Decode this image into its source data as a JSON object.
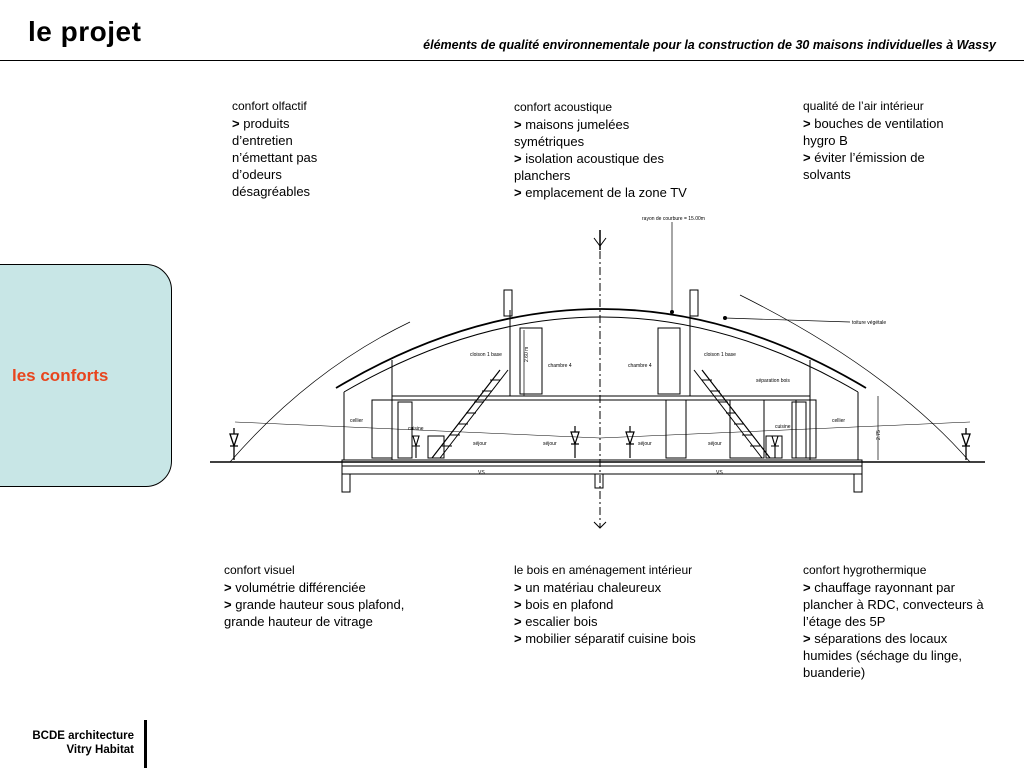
{
  "header": {
    "title": "le projet",
    "subtitle": "éléments de qualité environnementale pour la construction de 30 maisons individuelles à Wassy"
  },
  "sidebar": {
    "label": "les conforts"
  },
  "blocks": {
    "olfactif": {
      "heading": "confort olfactif",
      "items": [
        "produits d’entretien n’émettant pas d’odeurs désagréables"
      ]
    },
    "acoustique": {
      "heading": "confort acoustique",
      "items": [
        "maisons jumelées symétriques",
        "isolation acoustique des planchers",
        "emplacement de la zone TV"
      ]
    },
    "air": {
      "heading": "qualité de l’air intérieur",
      "items": [
        "bouches de ventilation hygro B",
        "éviter l’émission de solvants"
      ]
    },
    "visuel": {
      "heading": "confort visuel",
      "items": [
        "volumétrie différenciée",
        "grande hauteur sous plafond, grande hauteur de vitrage"
      ]
    },
    "bois": {
      "heading": "le bois en aménagement intérieur",
      "items": [
        "un matériau chaleureux",
        "bois en plafond",
        "escalier bois",
        "mobilier séparatif cuisine bois"
      ]
    },
    "hygro": {
      "heading": "confort hygrothermique",
      "items": [
        "chauffage rayonnant par plancher à RDC, convecteurs à l’étage des 5P",
        "séparations des locaux humides (séchage du linge, buanderie)"
      ]
    }
  },
  "marker": ">",
  "drawing": {
    "label_rayon": "rayon de courbure = 15.00m",
    "label_toiture": "toiture végétale",
    "label_chambre": "chambre 4",
    "label_sejour": "séjour",
    "label_cuisine": "cuisine",
    "label_cellier": "cellier",
    "label_vs": "VS",
    "label_h1": "2.60 m",
    "label_h2": "2.75",
    "label_cloison": "cloison 1 base",
    "label_separation": "séparation bois",
    "colors": {
      "line": "#000000",
      "paper": "#ffffff"
    }
  },
  "footer": {
    "line1": "BCDE architecture",
    "line2": "Vitry Habitat"
  }
}
